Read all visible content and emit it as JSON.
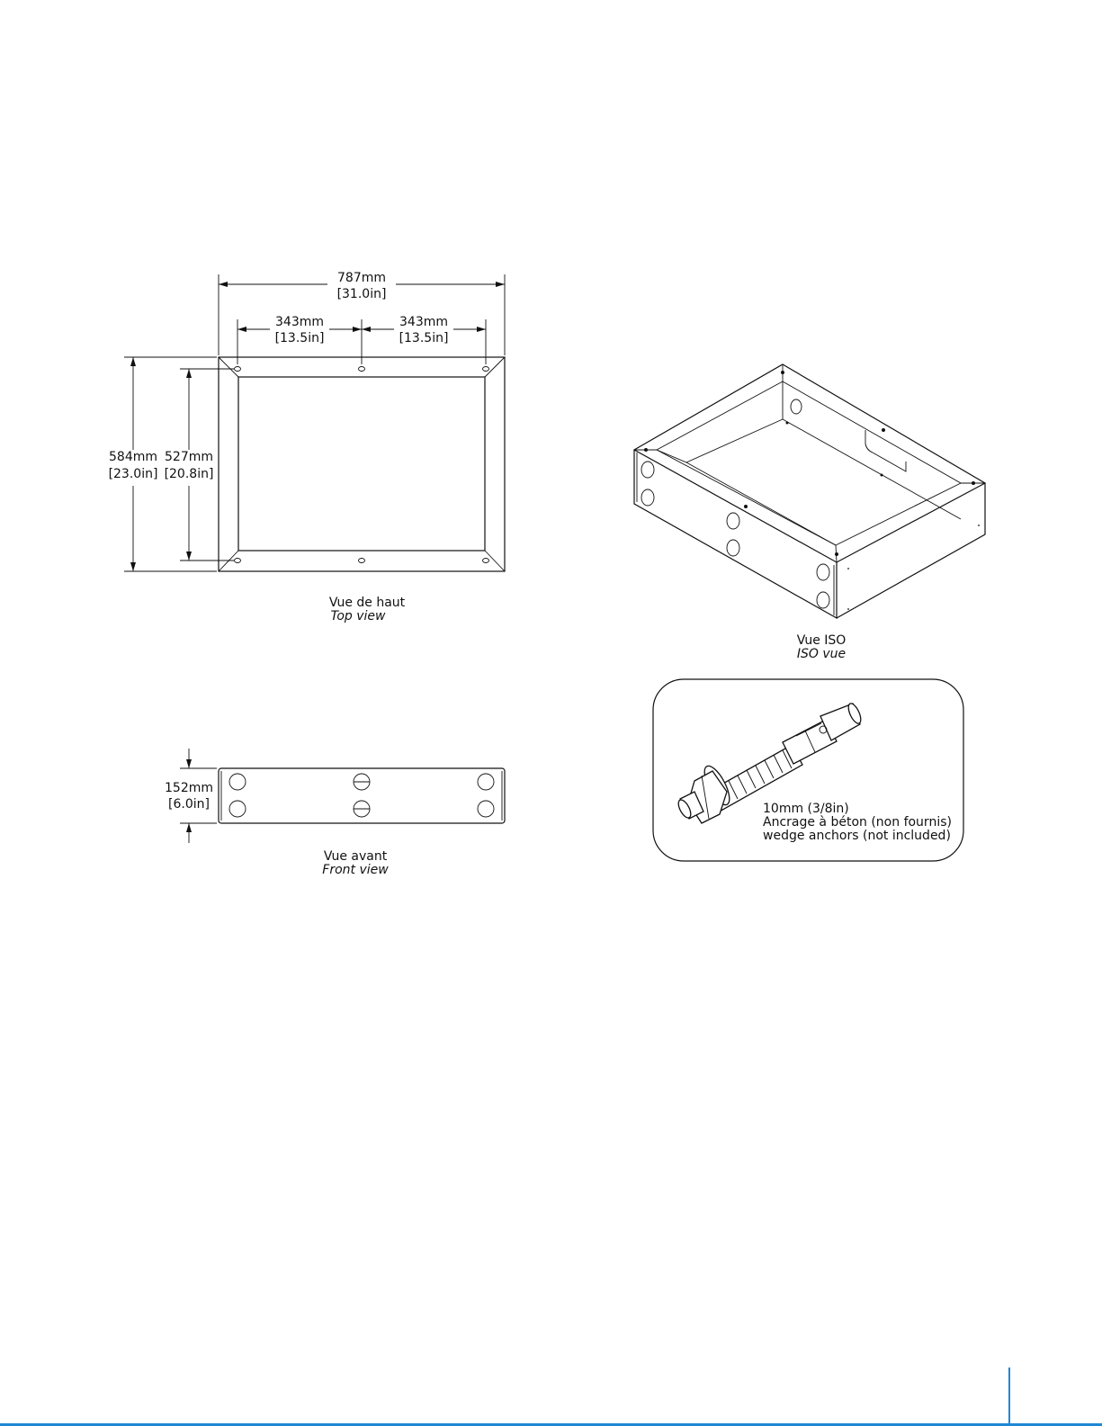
{
  "top_view": {
    "overall_width": {
      "mm": "787mm",
      "in": "31.0in"
    },
    "spacing_left": {
      "mm": "343mm",
      "in": "13.5in"
    },
    "spacing_right": {
      "mm": "343mm",
      "in": "13.5in"
    },
    "overall_depth": {
      "mm": "584mm",
      "in": "23.0in"
    },
    "hole_depth": {
      "mm": "527mm",
      "in": "20.8in"
    },
    "caption_fr": "Vue de haut",
    "caption_en": "Top view"
  },
  "front_view": {
    "height": {
      "mm": "152mm",
      "in": "6.0in"
    },
    "caption_fr": "Vue avant",
    "caption_en": "Front view"
  },
  "iso_view": {
    "caption_fr": "Vue ISO",
    "caption_en": "ISO vue"
  },
  "anchor_callout": {
    "line1": "10mm (3/8in)",
    "line2": "Ancrage à béton (non fournis)",
    "line3": "wedge anchors (not included)"
  },
  "colors": {
    "accent": "#1e88d6",
    "line": "#111111"
  }
}
